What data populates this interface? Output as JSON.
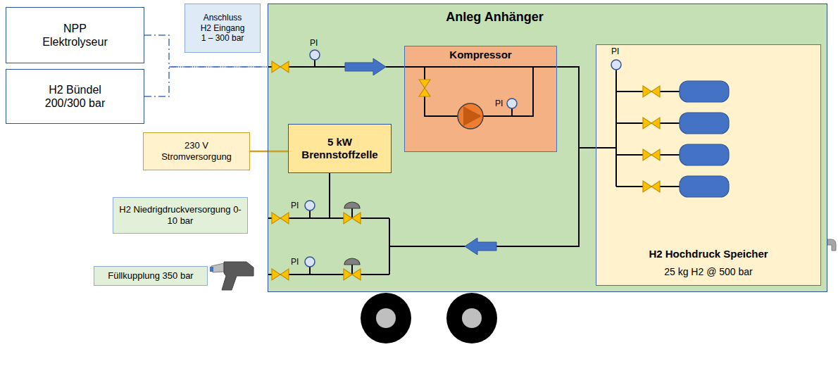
{
  "diagram": {
    "nodes": [
      {
        "text": [
          "NPP Elektrolyseur"
        ]
      },
      {
        "text": [
          "H2 Bündel 200/300 bar"
        ]
      },
      {
        "text": [
          "Anschluss H2 Eingang 1 – 300 bar"
        ]
      },
      {
        "text": [
          "Anleg Anhänger"
        ]
      },
      {
        "text": [
          "Kompressor"
        ],
        "in": 3
      },
      {
        "text": [
          "5 kW Brennstoffzelle"
        ],
        "in": 3
      },
      {
        "text": [
          "H2 Hochdruck Speicher",
          "25 kg H2 @ 500 bar"
        ],
        "in": 3
      },
      {
        "text": [
          "230 V Stromversorgung"
        ]
      },
      {
        "text": [
          "H2 Niedrigdruckversorgung 0-10 bar"
        ]
      },
      {
        "text": [
          "Füllkupplung 350 bar"
        ]
      }
    ],
    "edges": [
      {
        "from": 0,
        "to": 3,
        "arrow": "none"
      },
      {
        "from": 1,
        "to": 3,
        "arrow": "none"
      },
      {
        "from": 7,
        "to": 5,
        "arrow": "none"
      },
      {
        "from": 4,
        "to": 6,
        "arrow": "none"
      }
    ],
    "labels": [
      "PI",
      "PI",
      "PI",
      "PI",
      "PI"
    ]
  }
}
